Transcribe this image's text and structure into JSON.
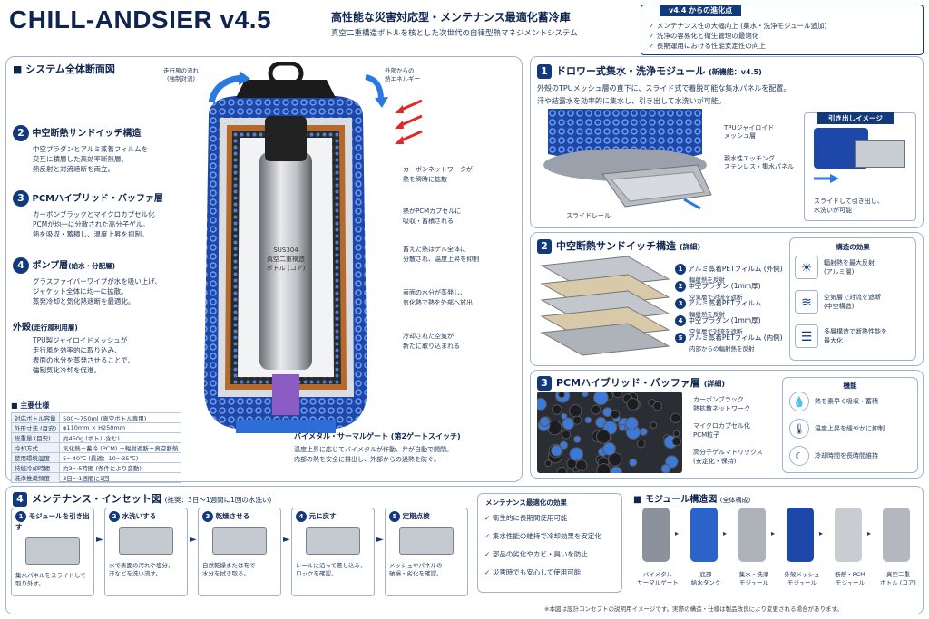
{
  "header": {
    "title": "CHILL-ANDSIER v4.5",
    "subtitle_main": "高性能な災害対応型・メンテナンス最適化蓄冷庫",
    "subtitle_sub": "真空二重構造ボトルを核とした次世代の自律型熱マネジメントシステム"
  },
  "v44": {
    "title": "v4.4 からの進化点",
    "items": [
      "メンテナンス性の大幅向上 (集水・洗浄モジュール追加)",
      "洗浄の容易化と衛生管理の最適化",
      "長期運用における性能安定性の向上"
    ]
  },
  "system": {
    "title": "システム全体断面図",
    "flow_left": "走行風の流れ\n(強制対流)",
    "flow_right": "外部からの\n熱エネルギー",
    "left_sections": [
      {
        "n": "2",
        "title": "中空断熱サンドイッチ構造",
        "text": "中空プラダンとアルミ蒸着フィルムを\n交互に積層した高効率断熱層。\n熱反射と対流遮断を両立。"
      },
      {
        "n": "3",
        "title": "PCMハイブリッド・バッファ層",
        "text": "カーボンブラックとマイクロカプセル化\nPCMが均一に分散された高分子ゲル。\n熱を吸収・蓄積し、温度上昇を抑制。"
      },
      {
        "n": "4",
        "title": "ポンプ層",
        "title_sub": "(給水・分配層)",
        "text": "グラスファイバーワイプが水を吸い上げ、\nジャケット全体に均一に拡散。\n蒸発冷却と気化熱遮断を最適化。"
      },
      {
        "n": "",
        "title": "外殻",
        "title_sub": "(走行風利用層)",
        "text": "TPU製ジャイロイドメッシュが\n走行風を効率的に取り込み、\n表面の水分を蒸発させることで、\n強制気化冷却を促進。"
      }
    ],
    "right_notes": [
      "カーボンネットワークが\n熱を瞬時に拡散",
      "熱がPCMカプセルに\n吸収・蓄積される",
      "蓄えた熱はゲル全体に\n分散され、温度上昇を抑制",
      "表面の水分が蒸発し、\n気化熱で熱を外部へ放出",
      "冷却された空気が\n新たに取り込まれる"
    ],
    "bottle_label": "SUS304\n真空二重構造\nボトル (コア)",
    "valve_title": "バイメタル・サーマルゲート (第2ゲートスイッチ)",
    "valve_text": "温度上昇に応じてバイメタルが作動、弁が自動で開閉。\n内部の熱を安全に排出し、外部からの過熱を防ぐ。"
  },
  "specs": {
    "title": "主要仕様",
    "rows": [
      [
        "対応ボトル容量",
        "500〜750ml (真空ボトル専用)"
      ],
      [
        "外形寸法 (目安)",
        "φ110mm × H250mm"
      ],
      [
        "総重量 (目安)",
        "約450g (ボトル含む)"
      ],
      [
        "冷却方式",
        "気化熱＋蓄冷 (PCM) ＋輻射遮断＋真空断熱"
      ],
      [
        "使用環境温度",
        "5〜40℃ (最適：10〜35℃)"
      ],
      [
        "持続冷却時間",
        "約3〜5時間 (条件により変動)"
      ],
      [
        "洗浄推奨頻度",
        "3日〜1週間に1回"
      ]
    ]
  },
  "drawer": {
    "n": "1",
    "title": "ドロワー式集水・洗浄モジュール",
    "title_sub": "(新機能：v4.5)",
    "desc1": "外殻のTPUメッシュ層の直下に、スライド式で着脱可能な集水パネルを配置。",
    "desc2": "汗や結露水を効率的に集水し、引き出して水洗いが可能。",
    "label_tpu": "TPUジャイロイド\nメッシュ層",
    "label_etch": "親水性エッチング\nステンレス・集水パネル",
    "label_rail": "スライドレール",
    "pull_title": "引き出しイメージ",
    "pull_text": "スライドして引き出し、\n水洗いが可能"
  },
  "sandwich": {
    "n": "2",
    "title": "中空断熱サンドイッチ構造",
    "title_sub": "(詳細)",
    "layers": [
      {
        "n": "1",
        "name": "アルミ蒸着PETフィルム (外側)",
        "desc": "輻射熱を反射"
      },
      {
        "n": "2",
        "name": "中空プラダン (1mm厚)",
        "desc": "空気層で対流を遮断"
      },
      {
        "n": "3",
        "name": "アルミ蒸着PETフィルム",
        "desc": "輻射熱を反射"
      },
      {
        "n": "4",
        "name": "中空プラダン (1mm厚)",
        "desc": "空気層で対流を遮断"
      },
      {
        "n": "5",
        "name": "アルミ蒸着PETフィルム (内側)",
        "desc": "内部からの輻射熱を反射"
      }
    ],
    "effect_title": "構造の効果",
    "effects": [
      "輻射熱を最大反射\n(アルミ層)",
      "空気層で対流を遮断\n(中空構造)",
      "多層構造で断熱性能を\n最大化"
    ]
  },
  "pcm": {
    "n": "3",
    "title": "PCMハイブリッド・バッファ層",
    "title_sub": "(詳細)",
    "labels": [
      "カーボンブラック\n熱拡散ネットワーク",
      "マイクロカプセル化\nPCM粒子",
      "高分子ゲルマトリックス\n(安定化・保持)"
    ],
    "func_title": "機能",
    "funcs": [
      "熱を素早く吸収・蓄積",
      "温度上昇を緩やかに抑制",
      "冷却時間を長時間維持"
    ]
  },
  "maint": {
    "n": "4",
    "title": "メンテナンス・インセット図",
    "title_sub": "(推奨：3日〜1週間に1回の水洗い)",
    "steps": [
      {
        "n": "1",
        "title": "モジュールを引き出す",
        "text": "集水パネルをスライドして\n取り外す。"
      },
      {
        "n": "2",
        "title": "水洗いする",
        "text": "水で表面の汚れや塩分、\n汗などを洗い流す。"
      },
      {
        "n": "3",
        "title": "乾燥させる",
        "text": "自然乾燥または布で\n水分を拭き取る。"
      },
      {
        "n": "4",
        "title": "元に戻す",
        "text": "レールに沿って差し込み、\nロックを確認。"
      },
      {
        "n": "5",
        "title": "定期点検",
        "text": "メッシュやパネルの\n破損・劣化を確認。"
      }
    ],
    "effect_title": "メンテナンス最適化の効果",
    "effects": [
      "衛生的に長期間使用可能",
      "集水性能の維持で冷却効果を安定化",
      "部品の劣化やカビ・臭いを防止",
      "災害時でも安心して使用可能"
    ]
  },
  "modules": {
    "title": "モジュール構造図",
    "title_sub": "(全体構成)",
    "items": [
      "バイメタル\nサーマルゲート",
      "底部\n給水タンク",
      "集水・洗浄\nモジュール",
      "外殻メッシュ\nモジュール",
      "断熱・PCM\nモジュール",
      "真空二重\nボトル (コア)"
    ]
  },
  "footnote": "※本図は設計コンセプトの説明用イメージです。実際の構造・仕様は製品改良により変更される場合があります。"
}
